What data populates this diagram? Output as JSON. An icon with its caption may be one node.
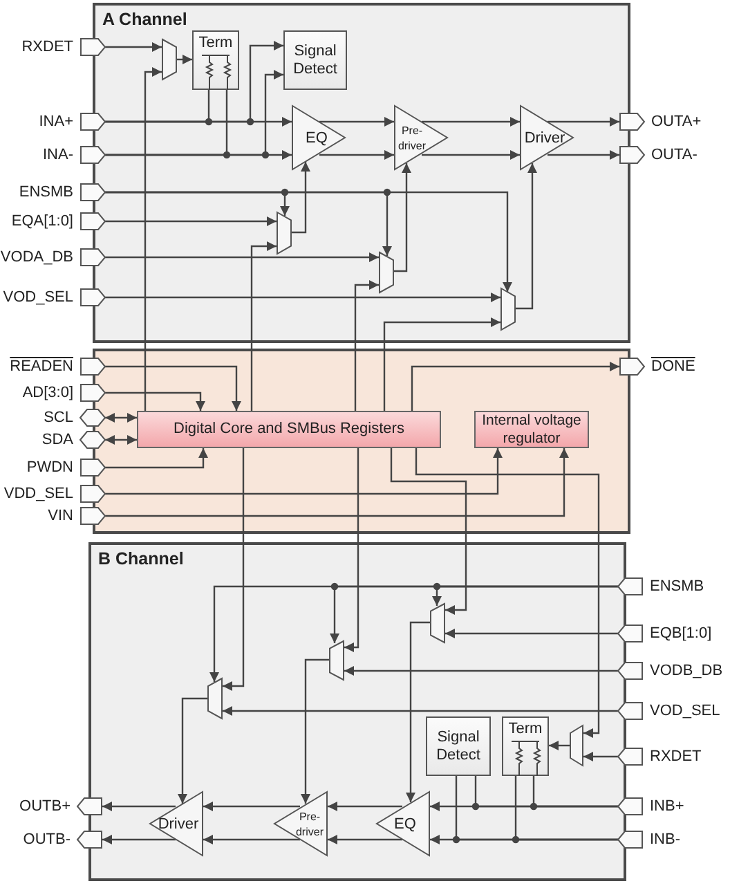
{
  "diagram": {
    "nodes": [
      {
        "text": [
          "A Channel"
        ]
      },
      {
        "text": [
          "RXDET"
        ]
      },
      {
        "text": [
          "INA+"
        ]
      },
      {
        "text": [
          "INA-"
        ]
      },
      {
        "text": [
          "ENSMB"
        ]
      },
      {
        "text": [
          "EQA[1:0]"
        ]
      },
      {
        "text": [
          "VODA_DB"
        ]
      },
      {
        "text": [
          "VOD_SEL"
        ]
      },
      {
        "text": [
          "OUTA+"
        ]
      },
      {
        "text": [
          "OUTA-"
        ]
      },
      {
        "text": [],
        "shape": "trapezoid",
        "in": 0
      },
      {
        "text": [
          "Term"
        ],
        "in": 0
      },
      {
        "text": [
          "Signal Detect"
        ],
        "in": 0
      },
      {
        "text": [
          "EQ"
        ],
        "in": 0
      },
      {
        "text": [
          "Pre- driver"
        ],
        "in": 0
      },
      {
        "text": [
          "Driver"
        ],
        "in": 0
      },
      {
        "text": [],
        "shape": "trapezoid",
        "in": 0
      },
      {
        "text": [],
        "shape": "trapezoid",
        "in": 0
      },
      {
        "text": [],
        "shape": "trapezoid",
        "in": 0
      },
      {
        "text": [],
        "shape": "box"
      },
      {
        "text": [
          "READEN"
        ]
      },
      {
        "text": [
          "AD[3:0]"
        ]
      },
      {
        "text": [
          "SCL"
        ]
      },
      {
        "text": [
          "SDA"
        ]
      },
      {
        "text": [
          "PWDN"
        ]
      },
      {
        "text": [
          "VDD_SEL"
        ]
      },
      {
        "text": [
          "VIN"
        ]
      },
      {
        "text": [
          "DONE"
        ]
      },
      {
        "text": [
          "Digital Core and SMBus Registers"
        ],
        "in": 19
      },
      {
        "text": [
          "Internal voltage regulator"
        ],
        "in": 19
      },
      {
        "text": [
          "B Channel"
        ]
      },
      {
        "text": [
          "ENSMB"
        ]
      },
      {
        "text": [
          "EQB[1:0]"
        ]
      },
      {
        "text": [
          "VODB_DB"
        ]
      },
      {
        "text": [
          "VOD_SEL"
        ]
      },
      {
        "text": [
          "RXDET"
        ]
      },
      {
        "text": [
          "INB+"
        ]
      },
      {
        "text": [
          "INB-"
        ]
      },
      {
        "text": [
          "OUTB+"
        ]
      },
      {
        "text": [
          "OUTB-"
        ]
      },
      {
        "text": [],
        "shape": "trapezoid",
        "in": 30
      },
      {
        "text": [],
        "shape": "trapezoid",
        "in": 30
      },
      {
        "text": [],
        "shape": "trapezoid",
        "in": 30
      },
      {
        "text": [
          "Signal Detect"
        ],
        "in": 30
      },
      {
        "text": [
          "Term"
        ],
        "in": 30
      },
      {
        "text": [],
        "shape": "trapezoid",
        "in": 30
      },
      {
        "text": [
          "EQ"
        ],
        "in": 30
      },
      {
        "text": [
          "Pre- driver"
        ],
        "in": 30
      },
      {
        "text": [
          "Driver"
        ],
        "in": 30
      }
    ],
    "edges": [
      {
        "from": 1,
        "to": 10,
        "arrow": "to"
      },
      {
        "from": 10,
        "to": 11,
        "arrow": "to"
      },
      {
        "from": 2,
        "to": 13,
        "arrow": "to"
      },
      {
        "from": 3,
        "to": 13,
        "arrow": "to"
      },
      {
        "from": 2,
        "to": 11,
        "arrow": "none"
      },
      {
        "from": 3,
        "to": 11,
        "arrow": "none"
      },
      {
        "from": 2,
        "to": 12,
        "arrow": "to"
      },
      {
        "from": 3,
        "to": 12,
        "arrow": "to"
      },
      {
        "from": 13,
        "to": 14,
        "arrow": "to"
      },
      {
        "from": 13,
        "to": 14,
        "arrow": "to"
      },
      {
        "from": 14,
        "to": 15,
        "arrow": "to"
      },
      {
        "from": 14,
        "to": 15,
        "arrow": "to"
      },
      {
        "from": 15,
        "to": 8,
        "arrow": "to"
      },
      {
        "from": 15,
        "to": 9,
        "arrow": "to"
      },
      {
        "from": 4,
        "to": 16,
        "arrow": "to"
      },
      {
        "from": 4,
        "to": 17,
        "arrow": "to"
      },
      {
        "from": 4,
        "to": 18,
        "arrow": "to"
      },
      {
        "from": 5,
        "to": 16,
        "arrow": "to"
      },
      {
        "from": 16,
        "to": 13,
        "arrow": "to"
      },
      {
        "from": 6,
        "to": 17,
        "arrow": "to"
      },
      {
        "from": 17,
        "to": 14,
        "arrow": "to"
      },
      {
        "from": 7,
        "to": 18,
        "arrow": "to"
      },
      {
        "from": 18,
        "to": 15,
        "arrow": "to"
      },
      {
        "from": 28,
        "to": 10,
        "arrow": "to"
      },
      {
        "from": 28,
        "to": 16,
        "arrow": "to"
      },
      {
        "from": 28,
        "to": 17,
        "arrow": "to"
      },
      {
        "from": 28,
        "to": 18,
        "arrow": "to"
      },
      {
        "from": 20,
        "to": 28,
        "arrow": "to"
      },
      {
        "from": 21,
        "to": 28,
        "arrow": "to"
      },
      {
        "from": 22,
        "to": 28,
        "arrow": "both"
      },
      {
        "from": 23,
        "to": 28,
        "arrow": "both"
      },
      {
        "from": 24,
        "to": 28,
        "arrow": "to"
      },
      {
        "from": 28,
        "to": 27,
        "arrow": "to"
      },
      {
        "from": 25,
        "to": 29,
        "arrow": "to"
      },
      {
        "from": 26,
        "to": 29,
        "arrow": "to"
      },
      {
        "from": 28,
        "to": 42,
        "arrow": "to"
      },
      {
        "from": 28,
        "to": 41,
        "arrow": "to"
      },
      {
        "from": 28,
        "to": 40,
        "arrow": "to"
      },
      {
        "from": 28,
        "to": 45,
        "arrow": "to"
      },
      {
        "from": 31,
        "to": 42,
        "arrow": "to"
      },
      {
        "from": 31,
        "to": 41,
        "arrow": "to"
      },
      {
        "from": 31,
        "to": 40,
        "arrow": "to"
      },
      {
        "from": 32,
        "to": 40,
        "arrow": "to"
      },
      {
        "from": 33,
        "to": 41,
        "arrow": "to"
      },
      {
        "from": 34,
        "to": 42,
        "arrow": "to"
      },
      {
        "from": 35,
        "to": 45,
        "arrow": "to"
      },
      {
        "from": 45,
        "to": 44,
        "arrow": "to"
      },
      {
        "from": 36,
        "to": 46,
        "arrow": "to"
      },
      {
        "from": 37,
        "to": 46,
        "arrow": "to"
      },
      {
        "from": 36,
        "to": 44,
        "arrow": "none"
      },
      {
        "from": 37,
        "to": 44,
        "arrow": "none"
      },
      {
        "from": 36,
        "to": 43,
        "arrow": "none"
      },
      {
        "from": 37,
        "to": 43,
        "arrow": "none"
      },
      {
        "from": 46,
        "to": 47,
        "arrow": "to"
      },
      {
        "from": 46,
        "to": 47,
        "arrow": "to"
      },
      {
        "from": 47,
        "to": 48,
        "arrow": "to"
      },
      {
        "from": 47,
        "to": 48,
        "arrow": "to"
      },
      {
        "from": 48,
        "to": 38,
        "arrow": "to"
      },
      {
        "from": 48,
        "to": 39,
        "arrow": "to"
      },
      {
        "from": 40,
        "to": 46,
        "arrow": "to"
      },
      {
        "from": 41,
        "to": 47,
        "arrow": "to"
      },
      {
        "from": 42,
        "to": 48,
        "arrow": "to"
      }
    ]
  }
}
